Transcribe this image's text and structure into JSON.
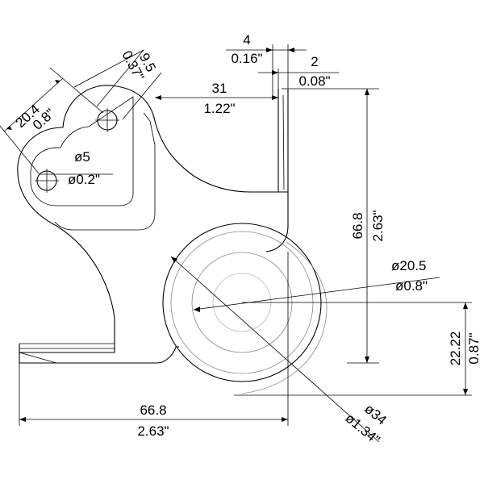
{
  "dimensions": {
    "hole_spacing": {
      "mm": "20.4",
      "in": "0.8\""
    },
    "hole_offset": {
      "mm": "9.5",
      "in": "0.37\""
    },
    "hole_dia": {
      "mm": "ø5",
      "in": "ø0.2\""
    },
    "flange_offset": {
      "mm": "31",
      "in": "1.22\""
    },
    "wall_gap": {
      "mm": "4",
      "in": "0.16\""
    },
    "wall_thickness": {
      "mm": "2",
      "in": "0.08\""
    },
    "height": {
      "mm": "66.8",
      "in": "2.63\""
    },
    "inner_dia": {
      "mm": "ø20.5",
      "in": "ø0.8\""
    },
    "center_height": {
      "mm": "22.22",
      "in": "0.87\""
    },
    "width": {
      "mm": "66.8",
      "in": "2.63\""
    },
    "outer_dia": {
      "mm": "ø34",
      "in": "ø1.34\""
    }
  }
}
